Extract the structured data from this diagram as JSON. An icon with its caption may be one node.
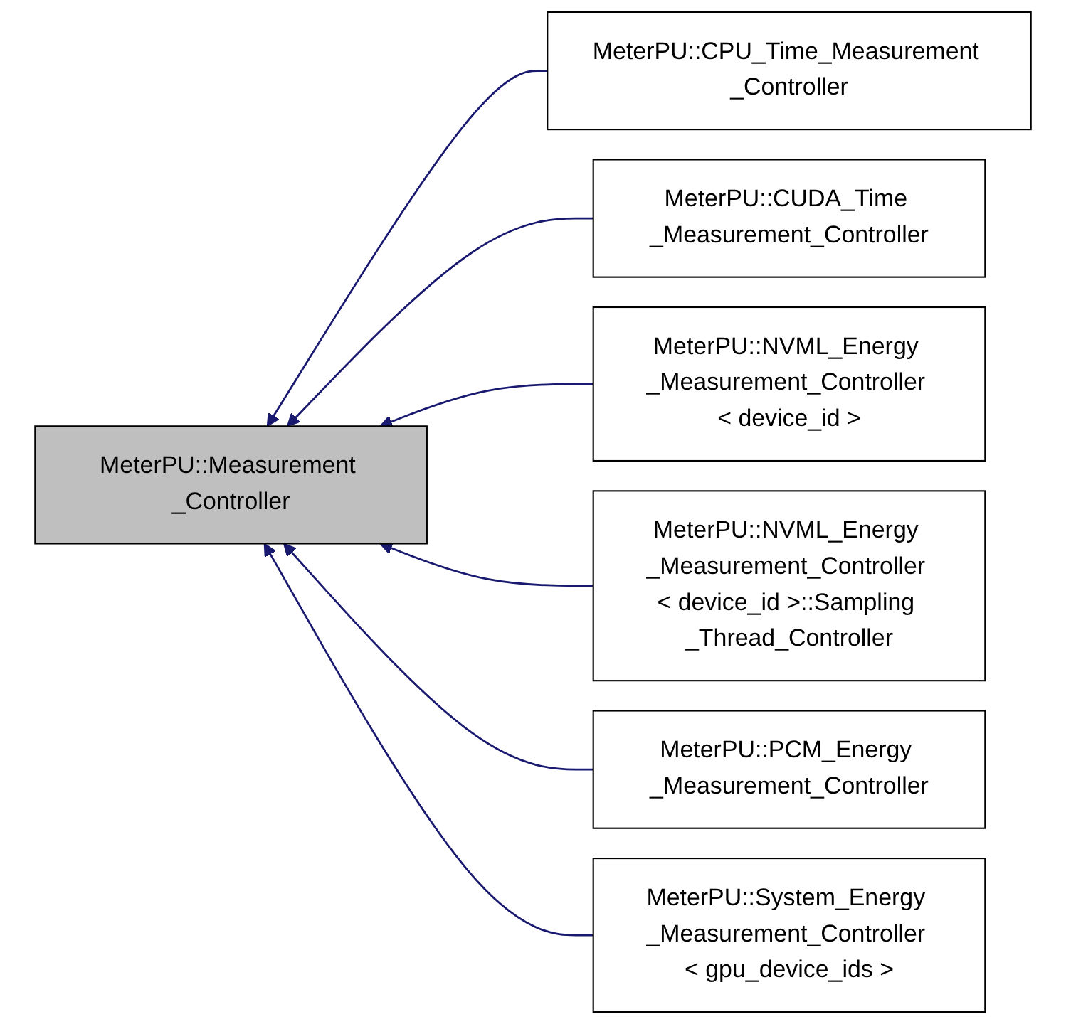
{
  "diagram": {
    "nodes": [
      {
        "text": [
          "MeterPU::Measurement _Controller"
        ]
      },
      {
        "text": [
          "MeterPU::CPU_Time_Measurement _Controller"
        ]
      },
      {
        "text": [
          "MeterPU::CUDA_Time _Measurement_Controller"
        ]
      },
      {
        "text": [
          "MeterPU::NVML_Energy _Measurement_Controller < device_id >"
        ]
      },
      {
        "text": [
          "MeterPU::NVML_Energy _Measurement_Controller < device_id >::Sampling _Thread_Controller"
        ]
      },
      {
        "text": [
          "MeterPU::PCM_Energy _Measurement_Controller"
        ]
      },
      {
        "text": [
          "MeterPU::System_Energy _Measurement_Controller < gpu_device_ids >"
        ]
      }
    ],
    "edges": [
      {
        "from": 1,
        "to": 0,
        "arrow": "to"
      },
      {
        "from": 2,
        "to": 0,
        "arrow": "to"
      },
      {
        "from": 3,
        "to": 0,
        "arrow": "to"
      },
      {
        "from": 4,
        "to": 0,
        "arrow": "to"
      },
      {
        "from": 5,
        "to": 0,
        "arrow": "to"
      },
      {
        "from": 6,
        "to": 0,
        "arrow": "to"
      }
    ]
  }
}
